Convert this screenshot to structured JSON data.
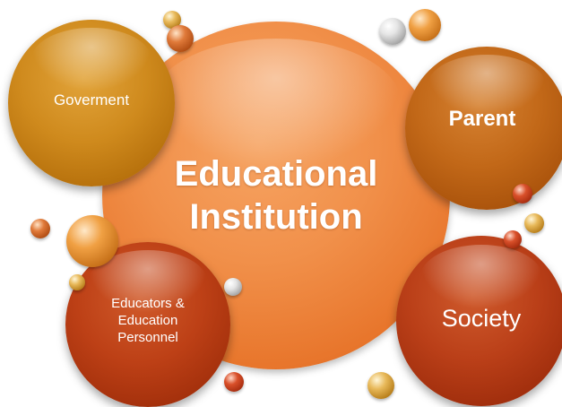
{
  "diagram": {
    "center_label_line1": "Educational",
    "center_label_line2": "Institution",
    "nodes": {
      "government": "Goverment",
      "parent": "Parent",
      "educators_line1": "Educators &",
      "educators_line2": "Education",
      "educators_line3": "Personnel",
      "society": "Society"
    }
  },
  "colors": {
    "center": "#f1904a",
    "government": "#cf8a1d",
    "parent": "#c26818",
    "educators": "#bd4016",
    "society": "#ba3f18"
  }
}
